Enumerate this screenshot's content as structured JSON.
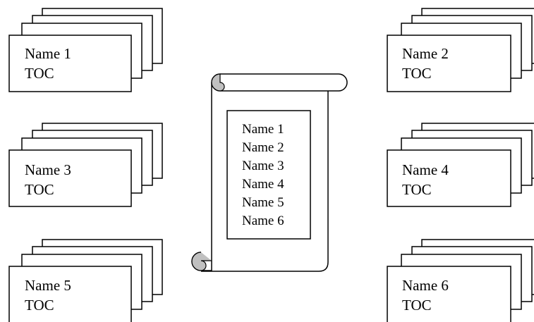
{
  "documents": [
    {
      "name": "Name 1",
      "toc": "TOC"
    },
    {
      "name": "Name 2",
      "toc": "TOC"
    },
    {
      "name": "Name 3",
      "toc": "TOC"
    },
    {
      "name": "Name 4",
      "toc": "TOC"
    },
    {
      "name": "Name 5",
      "toc": "TOC"
    },
    {
      "name": "Name 6",
      "toc": "TOC"
    }
  ],
  "master_index": {
    "entries": [
      "Name 1",
      "Name 2",
      "Name 3",
      "Name 4",
      "Name 5",
      "Name 6"
    ]
  },
  "colors": {
    "stroke": "#000000",
    "page_fill": "#ffffff",
    "curl_fill": "#c0c0c0"
  }
}
